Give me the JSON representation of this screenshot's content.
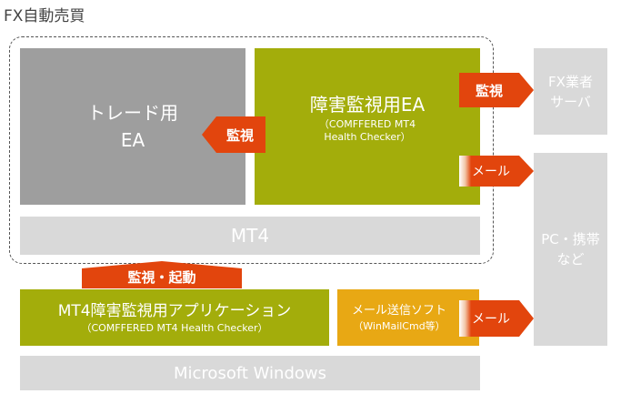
{
  "title": "FX自動売買",
  "trade_ea": {
    "line1": "トレード用",
    "line2": "EA"
  },
  "monitor_ea": {
    "line1": "障害監視用EA",
    "line2": "（COMFFERED MT4",
    "line3": "Health Checker）"
  },
  "mt4": "MT4",
  "fx_server": {
    "line1": "FX業者",
    "line2": "サーバ"
  },
  "pc_mobile": {
    "line1": "PC・携帯",
    "line2": "など"
  },
  "monitor_app": {
    "line1": "MT4障害監視用アプリケーション",
    "line2": "（COMFFERED MT4 Health Checker）"
  },
  "mail_soft": {
    "line1": "メール送信ソフト",
    "line2": "（WinMailCmd等）"
  },
  "windows": "Microsoft Windows",
  "arrows": {
    "monitor_to_server": "監視",
    "monitor_to_trade": "監視",
    "mail_upper": "メール",
    "mail_lower": "メール",
    "monitor_launch": "監視・起動"
  }
}
